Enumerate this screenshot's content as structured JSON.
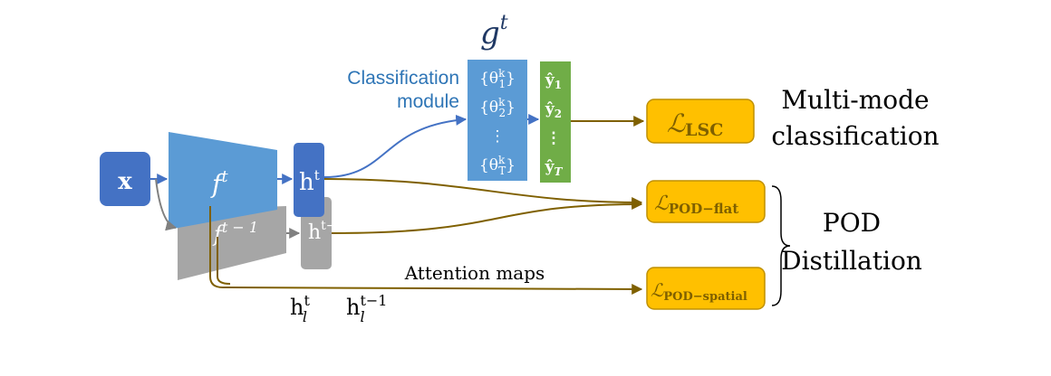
{
  "top_title": {
    "base": "g",
    "sup": "t"
  },
  "classification_module": {
    "line1": "Classification",
    "line2": "module"
  },
  "input": {
    "label": "x"
  },
  "current_encoder": {
    "base": "f",
    "sup": "t"
  },
  "old_encoder": {
    "base": "f",
    "sup": "t − 1"
  },
  "current_feature": {
    "base": "h",
    "sup": "t"
  },
  "old_feature": {
    "base": "h",
    "sup": "t−1"
  },
  "proxies": {
    "rows": [
      {
        "base": "{θ",
        "sup": "k",
        "sub": "1",
        "close": "}"
      },
      {
        "base": "{θ",
        "sup": "k",
        "sub": "2",
        "close": "}"
      },
      {
        "base": "⋮"
      },
      {
        "base": "{θ",
        "sup": "k",
        "sub": "T",
        "close": "}"
      }
    ]
  },
  "outputs": {
    "rows": [
      {
        "base": "ŷ",
        "sub": "1"
      },
      {
        "base": "ŷ",
        "sub": "2"
      },
      {
        "base": "⋮"
      },
      {
        "base": "ŷ",
        "sub": "T"
      }
    ]
  },
  "losses": {
    "lsc": {
      "base": "ℒ",
      "sub": "LSC"
    },
    "pod_flat": {
      "base": "ℒ",
      "sub": "POD−flat"
    },
    "pod_spatial": {
      "base": "ℒ",
      "sub": "POD−spatial"
    }
  },
  "labels": {
    "multimode_line1": "Multi-mode",
    "multimode_line2": "classification",
    "pod_line1": "POD",
    "pod_line2": "Distillation",
    "attention_maps": "Attention maps"
  },
  "intermediate": {
    "current": {
      "base": "h",
      "sup": "t",
      "sub": "l"
    },
    "old": {
      "base": "h",
      "sup": "t−1",
      "sub": "l"
    }
  },
  "colors": {
    "blue_dark": "#4472C4",
    "blue_light": "#5B9BD5",
    "gray": "#A6A6A6",
    "green": "#70AD47",
    "gold": "#FFC000",
    "gold_border": "#BF9000",
    "olive_line": "#7F6000",
    "text_blue": "#2E75B6"
  }
}
